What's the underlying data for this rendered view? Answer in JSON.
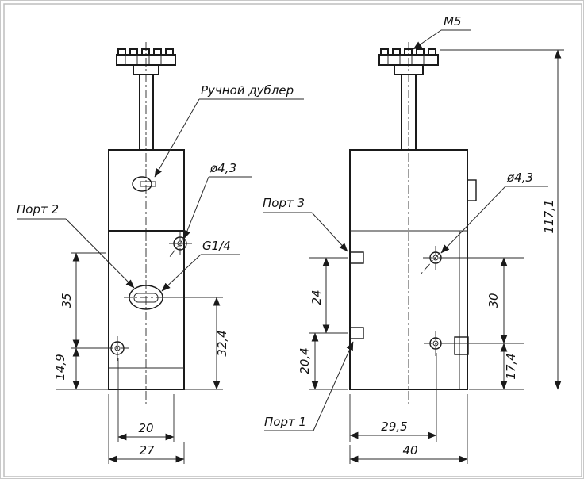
{
  "drawing": {
    "ink_color": "#1a1a1a",
    "labels": {
      "manual_override": "Ручной дублер",
      "m5": "M5",
      "dia_left": "ø4,3",
      "dia_right": "ø4,3",
      "thread": "G1/4",
      "port1": "Порт 1",
      "port2": "Порт 2",
      "port3": "Порт 3"
    },
    "dims": {
      "h35": "35",
      "h149": "14,9",
      "h324": "32,4",
      "w20": "20",
      "w27": "27",
      "h24": "24",
      "h204": "20,4",
      "h30": "30",
      "h174": "17,4",
      "h1171": "117,1",
      "w295": "29,5",
      "w40": "40"
    }
  }
}
